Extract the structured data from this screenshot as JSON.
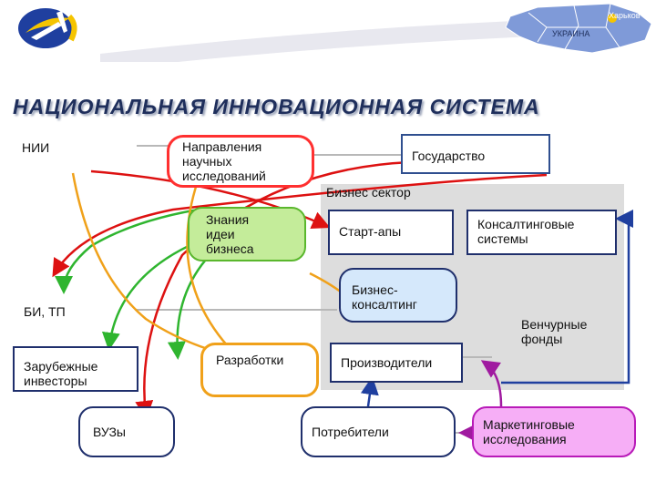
{
  "title": "НАЦИОНАЛЬНАЯ  ИННОВАЦИОННАЯ  СИСТЕМА",
  "header": {
    "map_country": "УКРАИНА",
    "map_city": "Харьков"
  },
  "nodes": {
    "nii": "НИИ",
    "directions": "Направления\nнаучных\nисследований",
    "state": "Государство",
    "business_sector": "Бизнес  сектор",
    "knowledge": "Знания\nидеи\nбизнеса",
    "startups": "Старт-апы",
    "consulting_systems": "Консалтинговые\nсистемы",
    "bi_tp": "БИ,  ТП",
    "business_consulting": "Бизнес-\nконсалтинг",
    "venture_funds": "Венчурные\nфонды",
    "foreign_investors": "Зарубежные\nинвесторы",
    "developments": "Разработки",
    "producers": "Производители",
    "universities": "ВУЗы",
    "consumers": "Потребители",
    "marketing": "Маркетинговые\nисследования"
  },
  "colors": {
    "red": "#dd1111",
    "green": "#2fb52f",
    "orange": "#f0a11a",
    "blue": "#1f3f9f",
    "purple": "#a01aa0",
    "gray_line": "#b8b8b8"
  }
}
